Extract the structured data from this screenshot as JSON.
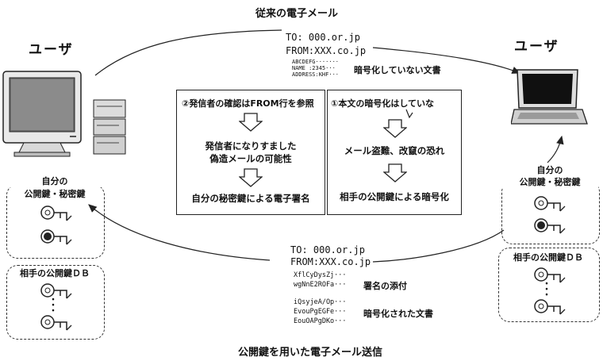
{
  "top_title": "従来の電子メール",
  "bottom_title": "公開鍵を用いた電子メール送信",
  "left_user": "ユーザ",
  "right_user": "ユーザ",
  "top_email": {
    "to": "TO:  000.or.jp",
    "from": "FROM:XXX.co.jp",
    "body_lines": [
      "ABCDEFG·······",
      "NAME :2345···",
      "ADDRESS:KHF···"
    ],
    "caption": "暗号化していない文書"
  },
  "bottom_email": {
    "to": "TO:  000.or.jp",
    "from": "FROM:XXX.co.jp",
    "signature_lines": [
      "XflCyDysZj···",
      "wgNnE2ROFa···"
    ],
    "signature_caption": "署名の添付",
    "cipher_lines": [
      "iQsyjeA/Op···",
      "EvouPgEGFe···",
      "EouOAPgDKo···"
    ],
    "cipher_caption": "暗号化された文書"
  },
  "left_panel": {
    "title": "②発信者の確認はFROM行を参照",
    "step1_line1": "発信者になりすました",
    "step1_line2": "偽造メールの可能性",
    "step2": "自分の秘密鍵による電子署名"
  },
  "right_panel": {
    "title": "①本文の暗号化はしていな",
    "step1": "メール盗難、改竄の恐れ",
    "step2": "相手の公開鍵による暗号化"
  },
  "left_own_keys": {
    "line1": "自分の",
    "line2": "公開鍵・秘密鍵"
  },
  "left_peer_db": {
    "label": "相手の公開鍵ＤＢ",
    "dots": "・\n・\n・"
  },
  "right_own_keys": {
    "line1": "自分の",
    "line2": "公開鍵・秘密鍵"
  },
  "right_peer_db": {
    "label": "相手の公開鍵ＤＢ",
    "dots": "・\n・\n・"
  }
}
